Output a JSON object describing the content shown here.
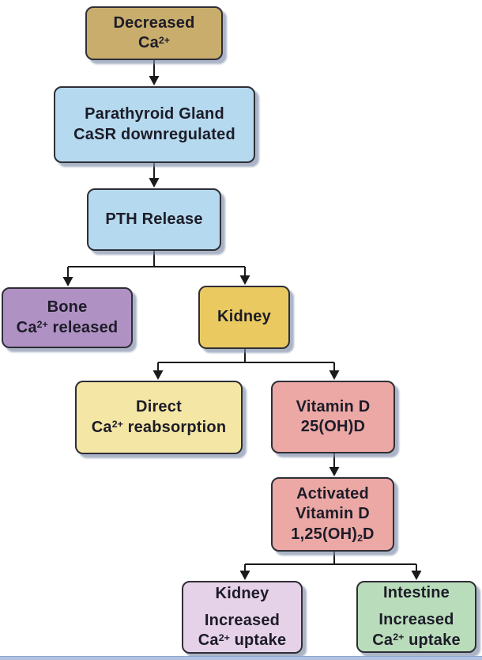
{
  "flowchart": {
    "description": "Calcium homeostasis PTH response flowchart",
    "colors": {
      "node_border": "#2e2e36",
      "node_text": "#1c1c28",
      "connector_line": "#1a1a1a",
      "shadow": "#7d8ca8",
      "bottom_rule": "#b3c2e0",
      "background": "#ffffff"
    },
    "nodes": [
      {
        "id": "decreased-ca",
        "fill": "#c9ad6c",
        "lines": [
          [
            {
              "t": "Decreased"
            }
          ],
          [
            {
              "t": "Ca"
            },
            {
              "t": "2+",
              "sup": true
            }
          ]
        ]
      },
      {
        "id": "parathyroid",
        "fill": "#b5d9ee",
        "lines": [
          [
            {
              "t": "Parathyroid Gland"
            }
          ],
          [
            {
              "t": "CaSR downregulated"
            }
          ]
        ]
      },
      {
        "id": "pth-release",
        "fill": "#b5d9ee",
        "lines": [
          [
            {
              "t": "PTH Release"
            }
          ]
        ]
      },
      {
        "id": "bone",
        "fill": "#b091c4",
        "lines": [
          [
            {
              "t": "Bone"
            }
          ],
          [
            {
              "t": "Ca"
            },
            {
              "t": "2+",
              "sup": true
            },
            {
              "t": " released"
            }
          ]
        ]
      },
      {
        "id": "kidney",
        "fill": "#eaca60",
        "lines": [
          [
            {
              "t": "Kidney"
            }
          ]
        ]
      },
      {
        "id": "direct",
        "fill": "#f4e6a4",
        "lines": [
          [
            {
              "t": "Direct"
            }
          ],
          [
            {
              "t": "Ca"
            },
            {
              "t": "2+",
              "sup": true
            },
            {
              "t": " reabsorption"
            }
          ]
        ]
      },
      {
        "id": "vitamin-d",
        "fill": "#eca8a5",
        "lines": [
          [
            {
              "t": "Vitamin D"
            }
          ],
          [
            {
              "t": "25(OH)D"
            }
          ]
        ]
      },
      {
        "id": "activated-vitd",
        "fill": "#eca8a5",
        "lines": [
          [
            {
              "t": "Activated"
            }
          ],
          [
            {
              "t": "Vitamin D"
            }
          ],
          [
            {
              "t": "1,25(OH)"
            },
            {
              "t": "2",
              "sub": true
            },
            {
              "t": "D"
            }
          ]
        ]
      },
      {
        "id": "kidney-uptake",
        "fill": "#e5d1e8",
        "lines": [
          [
            {
              "t": "Kidney"
            }
          ],
          [],
          [
            {
              "t": "Increased"
            }
          ],
          [
            {
              "t": "Ca"
            },
            {
              "t": "2+",
              "sup": true
            },
            {
              "t": " uptake"
            }
          ]
        ]
      },
      {
        "id": "intestine-uptake",
        "fill": "#b9dcba",
        "lines": [
          [
            {
              "t": "Intestine"
            }
          ],
          [],
          [
            {
              "t": "Increased"
            }
          ],
          [
            {
              "t": "Ca"
            },
            {
              "t": "2+",
              "sup": true
            },
            {
              "t": " uptake"
            }
          ]
        ]
      }
    ],
    "edges": [
      {
        "from": "decreased-ca",
        "to": "parathyroid"
      },
      {
        "from": "parathyroid",
        "to": "pth-release"
      },
      {
        "from": "pth-release",
        "to": "bone"
      },
      {
        "from": "pth-release",
        "to": "kidney"
      },
      {
        "from": "kidney",
        "to": "direct"
      },
      {
        "from": "kidney",
        "to": "vitamin-d"
      },
      {
        "from": "vitamin-d",
        "to": "activated-vitd"
      },
      {
        "from": "activated-vitd",
        "to": "kidney-uptake"
      },
      {
        "from": "activated-vitd",
        "to": "intestine-uptake"
      }
    ]
  }
}
